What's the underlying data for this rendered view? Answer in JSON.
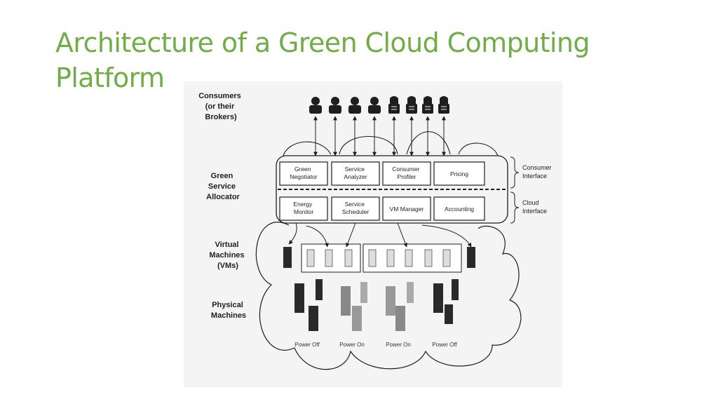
{
  "slide": {
    "title": "Architecture of a Green Cloud Computing Platform",
    "title_color": "#70ad47"
  },
  "diagram": {
    "layers": {
      "consumers": [
        "Consumers",
        "(or their",
        "Brokers)"
      ],
      "allocator": [
        "Green",
        "Service",
        "Allocator"
      ],
      "vms": [
        "Virtual",
        "Machines",
        "(VMs)"
      ],
      "physical": [
        "Physical",
        "Machines"
      ]
    },
    "consumer_interface": {
      "label": [
        "Consumer",
        "Interface"
      ],
      "modules": [
        [
          "Green",
          "Negotiator"
        ],
        [
          "Service",
          "Analyzer"
        ],
        [
          "Consumer",
          "Profiler"
        ],
        [
          "Pricing"
        ]
      ]
    },
    "cloud_interface": {
      "label": [
        "Cloud",
        "Interface"
      ],
      "modules": [
        [
          "Energy",
          "Monitor"
        ],
        [
          "Service",
          "Scheduler"
        ],
        [
          "VM Manager"
        ],
        [
          "Accounting"
        ]
      ]
    },
    "physical_machines": [
      "Power Off",
      "Power On",
      "Power On",
      "Power Off"
    ],
    "consumer_icons": [
      "person-icon",
      "person-icon",
      "person-icon",
      "person-icon",
      "robot-icon",
      "robot-icon",
      "robot-icon",
      "robot-icon"
    ],
    "colors": {
      "stroke": "#1e1e1e",
      "server_dark": "#2a2a2a",
      "server_light": "#dddddd"
    }
  }
}
